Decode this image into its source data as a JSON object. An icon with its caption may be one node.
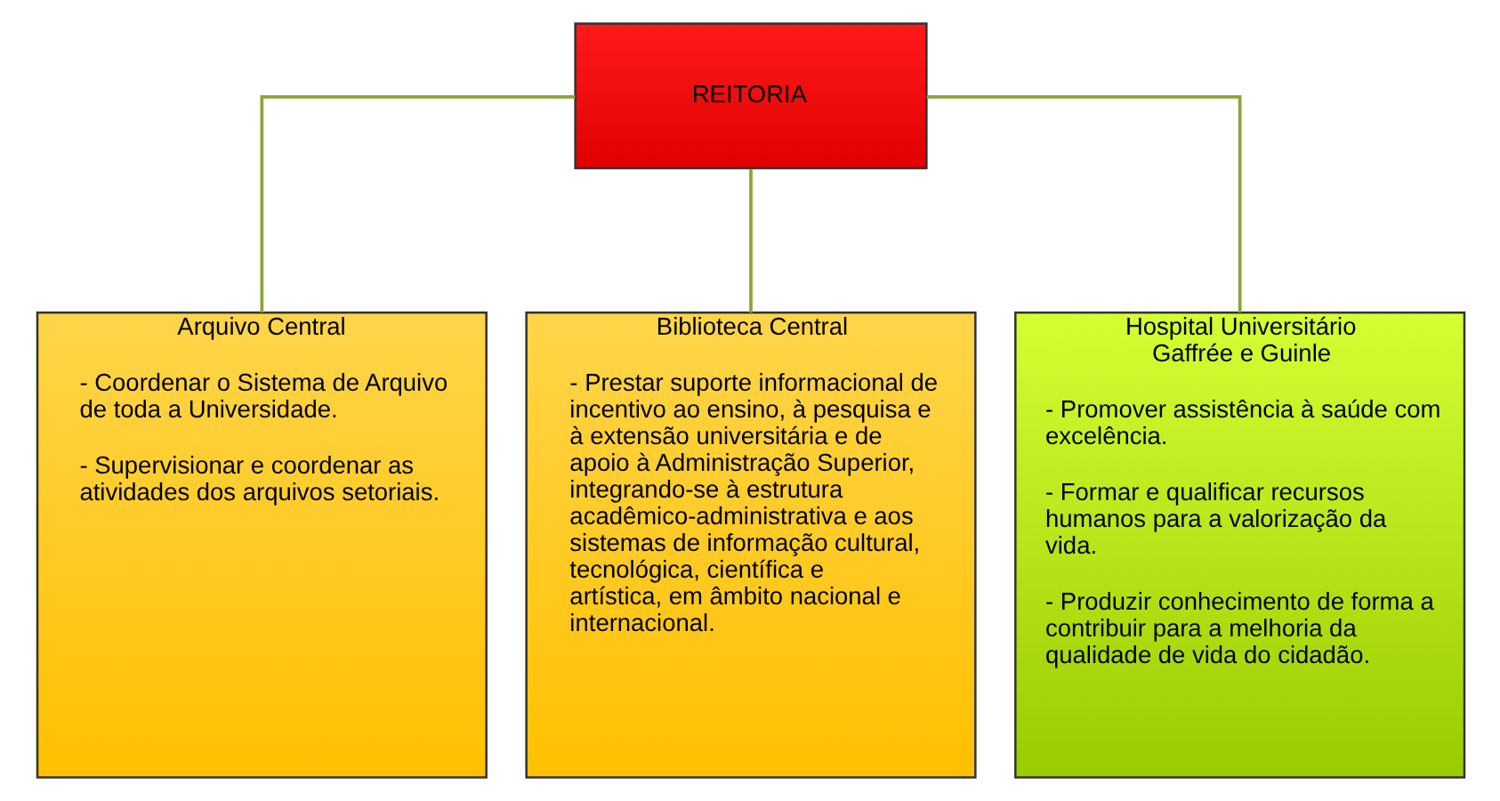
{
  "diagram": {
    "nodes": [
      {
        "text": [
          "REITORIA"
        ]
      },
      {
        "text": [
          "Arquivo Central",
          "- Coordenar o Sistema de Arquivo de toda a Universidade.",
          "- Supervisionar e coordenar as atividades dos arquivos setoriais."
        ]
      },
      {
        "text": [
          "Biblioteca Central",
          "- Prestar suporte informacional de incentivo ao ensino, à pesquisa e à extensão universitária e de apoio à Administração Superior, integrando-se à estrutura acadêmico-administrativa e aos sistemas de informação cultural, tecnológica, científica e artística, em âmbito nacional e internacional."
        ]
      },
      {
        "text": [
          "Hospital Universitário Gaffrée e Guinle",
          "- Promover assistência à saúde com excelência.",
          "- Formar e qualificar recursos humanos para a valorização da vida.",
          "- Produzir conhecimento de forma a contribuir para a melhoria da qualidade de vida do cidadão."
        ]
      }
    ],
    "edges": [
      {
        "from": 0,
        "to": 1,
        "arrow": "none"
      },
      {
        "from": 0,
        "to": 2,
        "arrow": "none"
      },
      {
        "from": 0,
        "to": 3,
        "arrow": "none"
      }
    ]
  }
}
